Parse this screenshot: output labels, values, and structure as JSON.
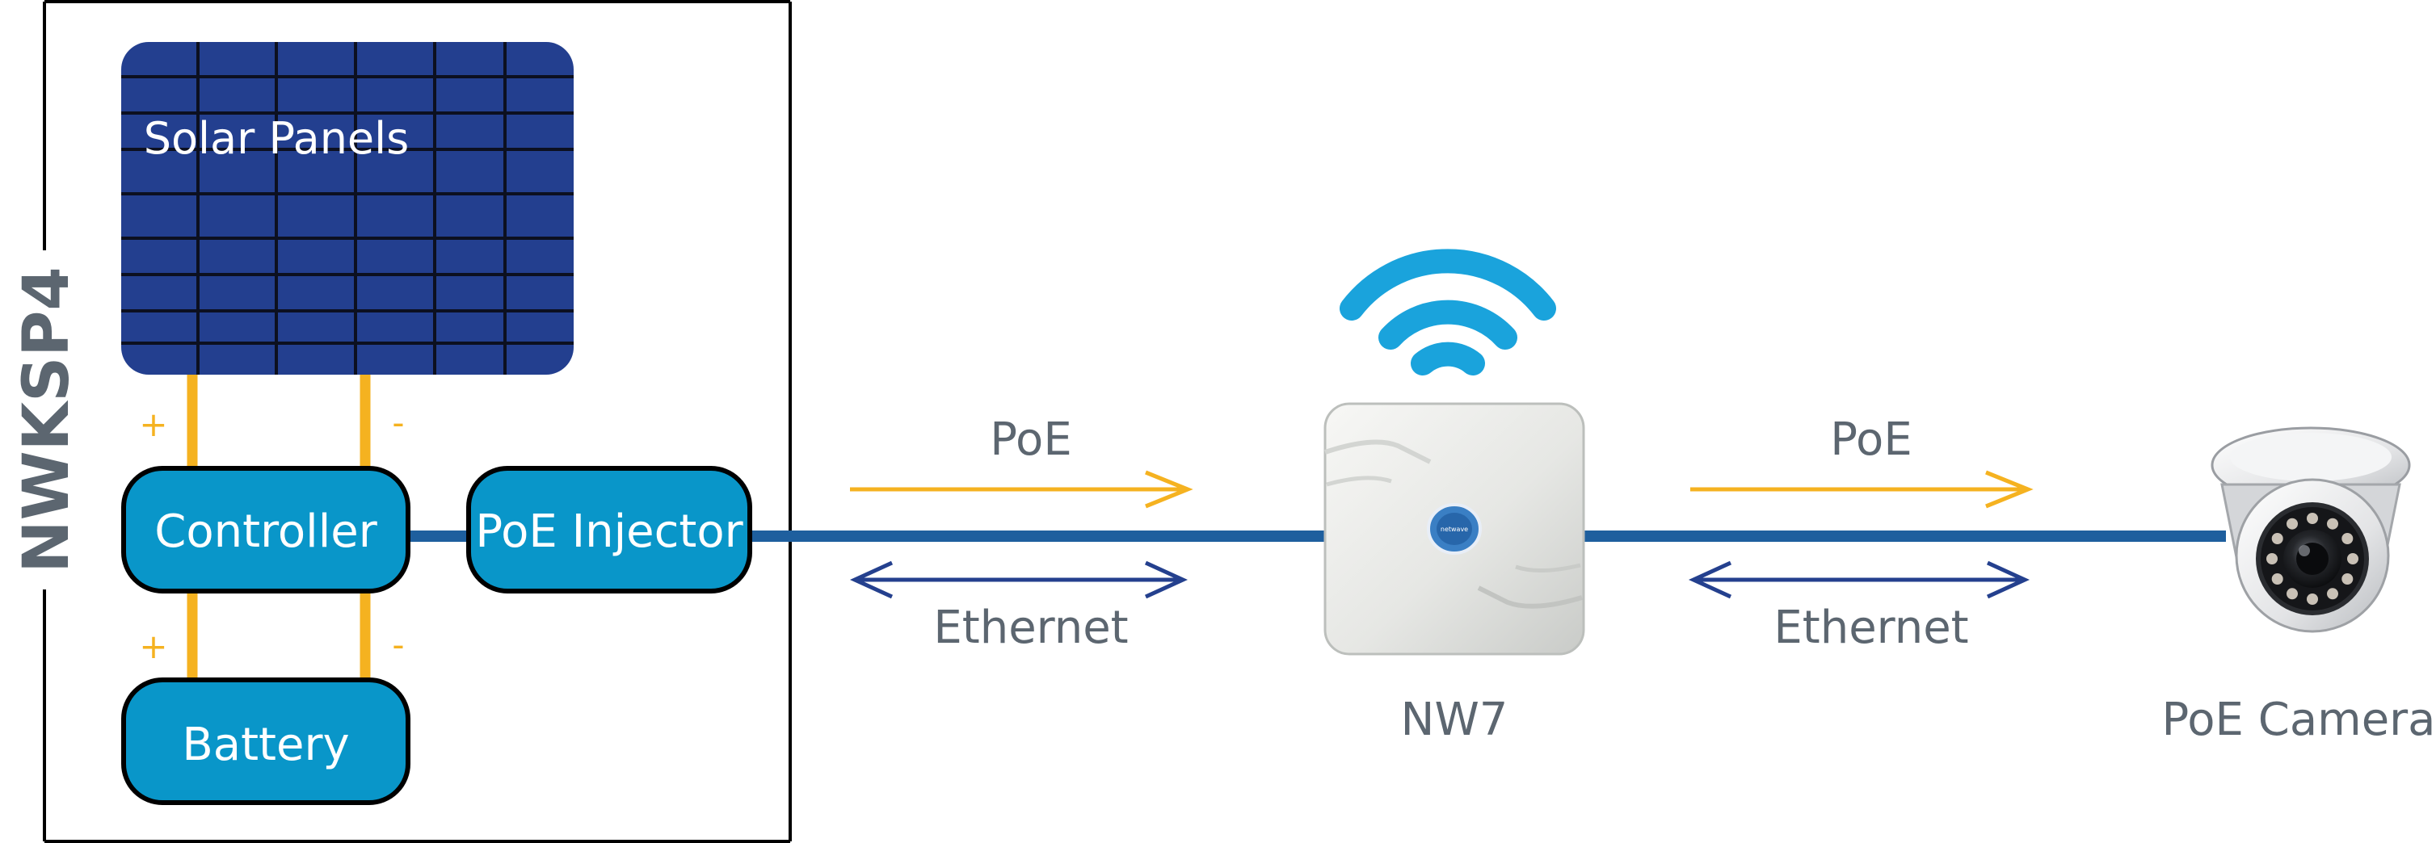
{
  "kit": {
    "label": "NWKSP4",
    "solar_panels": "Solar Panels",
    "controller": "Controller",
    "poe_injector": "PoE Injector",
    "battery": "Battery",
    "plus": "+",
    "minus": "-"
  },
  "link_left": {
    "power": "PoE",
    "data": "Ethernet"
  },
  "access_point": {
    "label": "NW7",
    "badge": "netwave"
  },
  "link_right": {
    "power": "PoE",
    "data": "Ethernet"
  },
  "camera": {
    "label": "PoE Camera"
  },
  "colors": {
    "panel_blue": "#233f8f",
    "module_blue": "#0996c9",
    "cable_blue": "#1e5f9e",
    "wire_yellow": "#f5b220",
    "wifi_blue": "#1aa3dc",
    "ethernet_arrow": "#24408e",
    "label_gray": "#5c6670"
  }
}
